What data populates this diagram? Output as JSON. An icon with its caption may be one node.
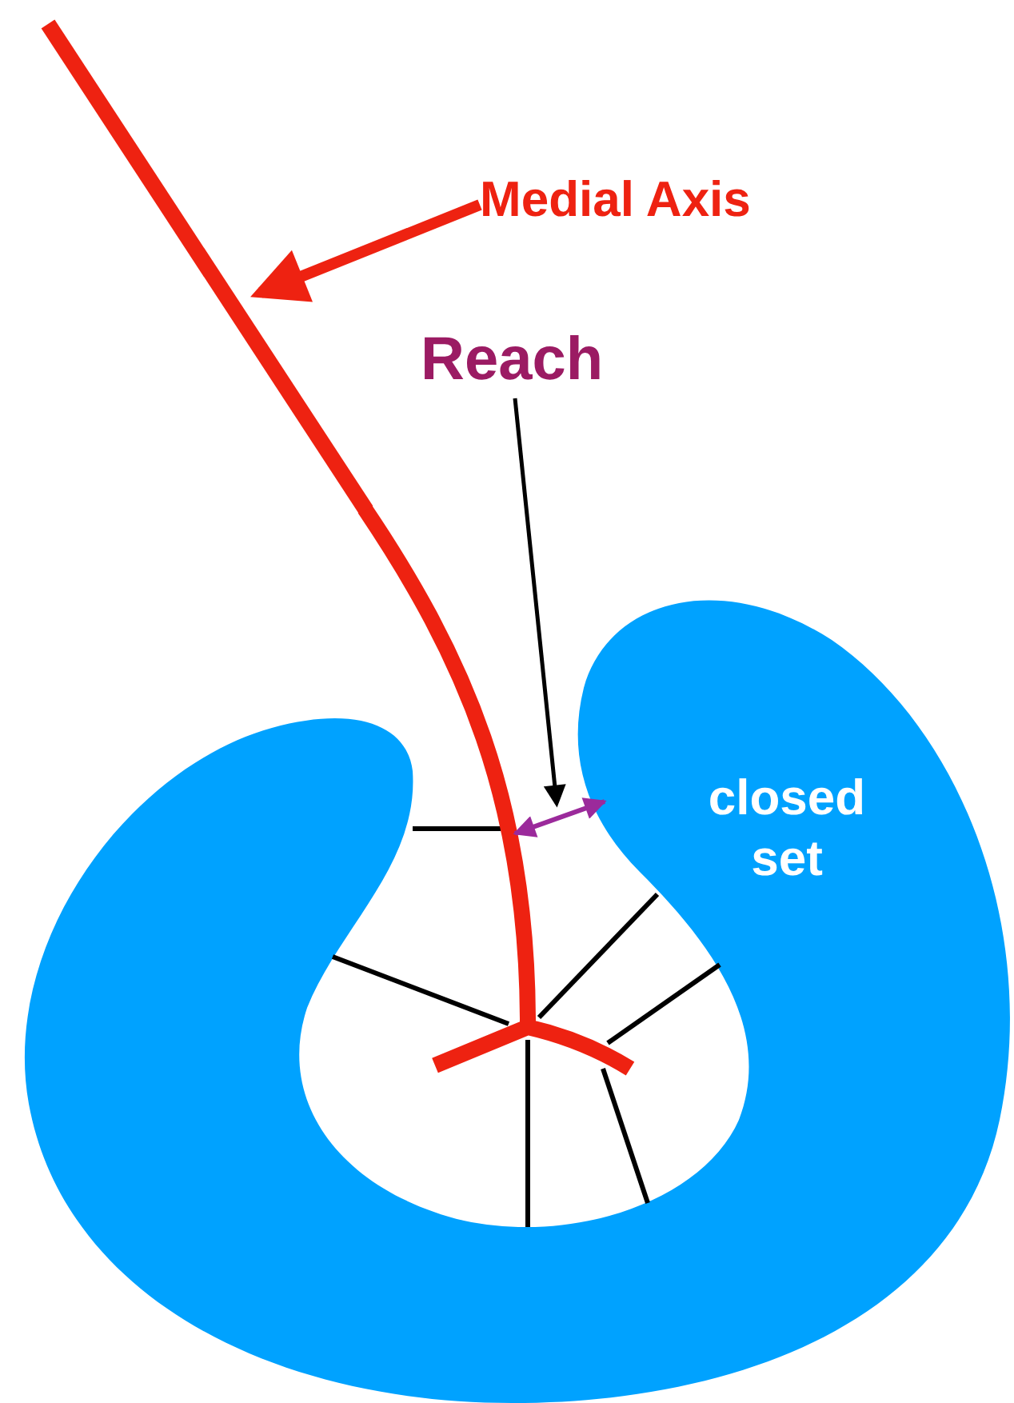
{
  "diagram": {
    "nodes": [
      {
        "text": [
          "Medial Axis"
        ]
      },
      {
        "text": [],
        "shape": "line"
      },
      {
        "text": [
          "Reach"
        ]
      },
      {
        "text": [
          "closed set"
        ]
      },
      {
        "text": [],
        "shape": "arrow"
      }
    ],
    "edges": [
      {
        "from": 0,
        "to": 1,
        "arrow": "to",
        "style": "thick",
        "color": "#ee2211"
      },
      {
        "from": 2,
        "to": 4,
        "arrow": "to",
        "color": "#000000"
      }
    ]
  }
}
